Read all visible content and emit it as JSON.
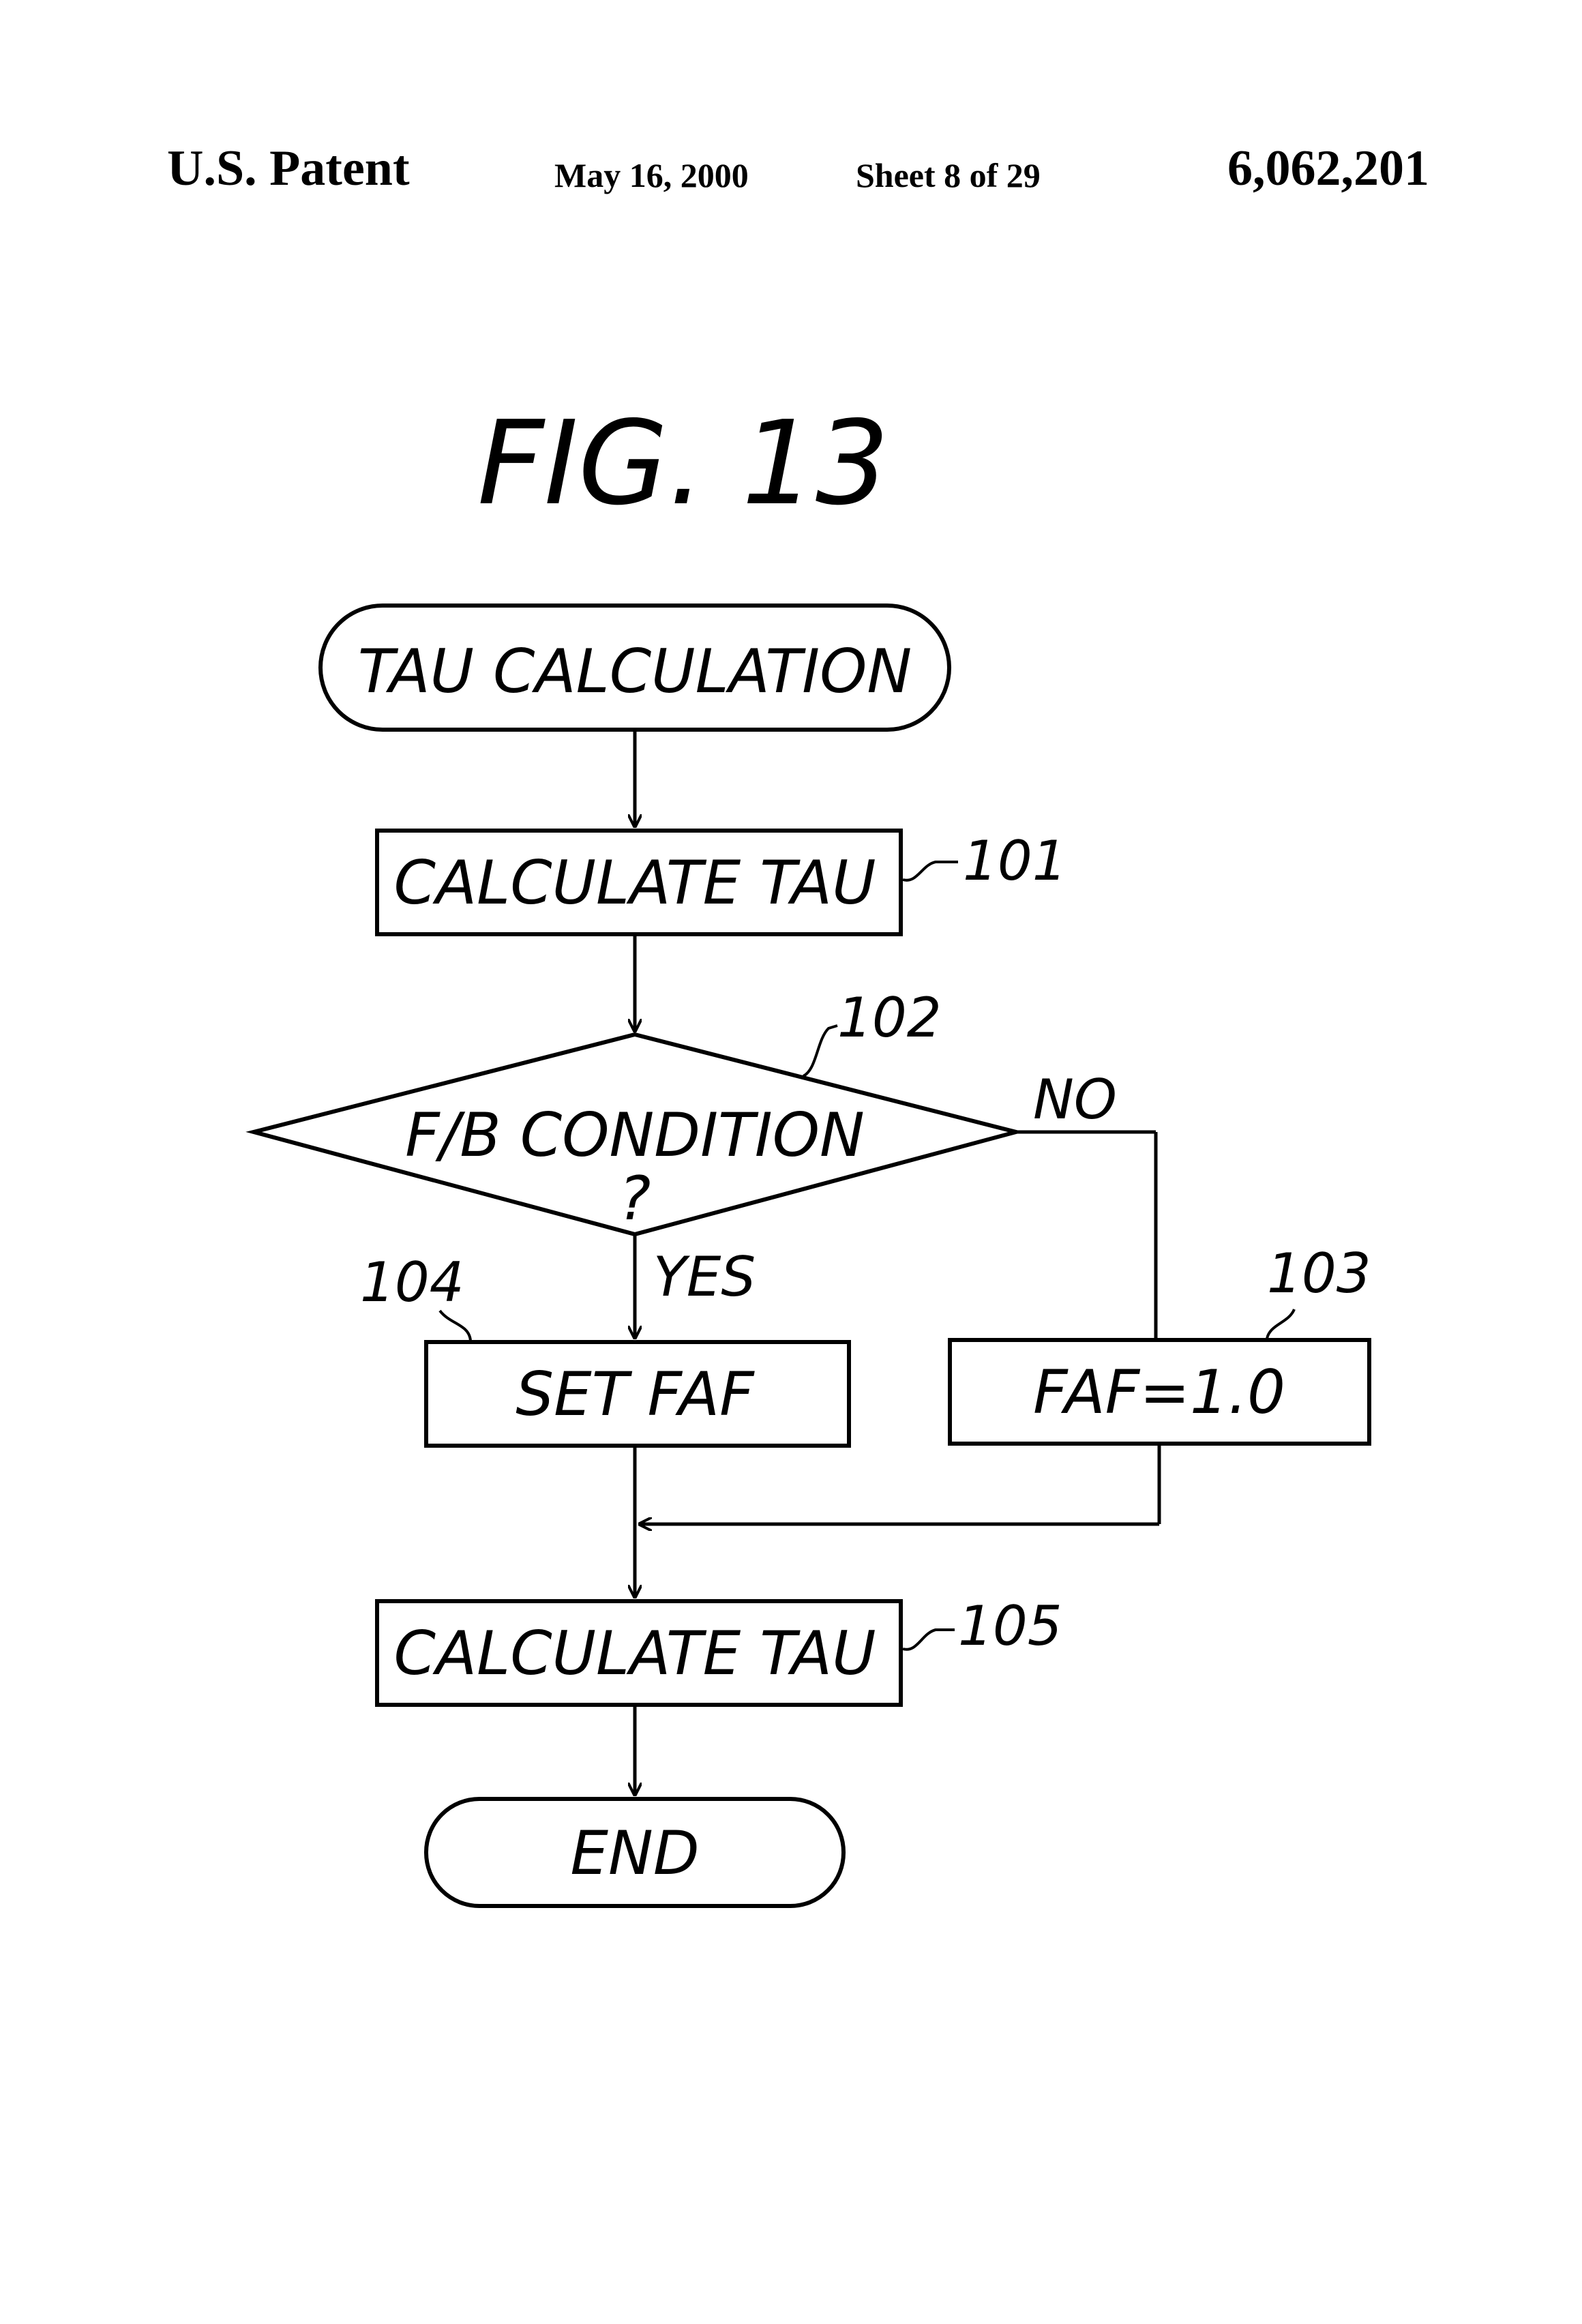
{
  "header": {
    "patent": "U.S. Patent",
    "date": "May 16, 2000",
    "sheet": "Sheet 8 of 29",
    "number": "6,062,201"
  },
  "figure": {
    "title": "FIG. 13"
  },
  "nodes": {
    "start": {
      "label": "TAU CALCULATION"
    },
    "calc_101": {
      "label": "CALCULATE TAU",
      "ref": "101"
    },
    "decision_102": {
      "label": "F/B CONDITION",
      "mark": "?",
      "ref": "102"
    },
    "set_faf_104": {
      "label": "SET FAF",
      "ref": "104"
    },
    "faf_103": {
      "label": "FAF=1.0",
      "ref": "103"
    },
    "calc_105": {
      "label": "CALCULATE TAU",
      "ref": "105"
    },
    "end": {
      "label": "END"
    }
  },
  "branches": {
    "yes": "YES",
    "no": "NO"
  }
}
